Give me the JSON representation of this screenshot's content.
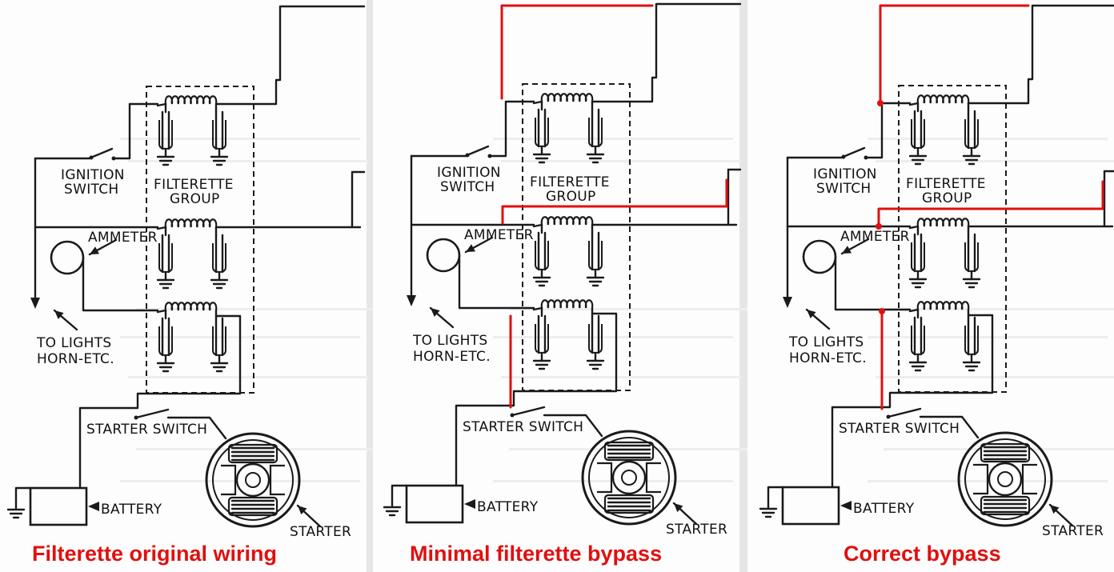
{
  "colors": {
    "background": "#e6e6e6",
    "panel": "#fdfdfd",
    "wire": "#1a1a1a",
    "bypass": "#e01010",
    "caption": "#e01010"
  },
  "labels": {
    "ignition": "IGNITION",
    "switch": "SWITCH",
    "filterette": "FILTERETTE",
    "group": "GROUP",
    "ammeter": "AMMETER",
    "to_lights": "TO LIGHTS",
    "horn_etc": "HORN-ETC.",
    "starter_switch": "STARTER SWITCH",
    "battery": "BATTERY",
    "starter": "STARTER"
  },
  "panels": [
    {
      "caption": "Filterette original wiring",
      "variant": "original"
    },
    {
      "caption": "Minimal filterette bypass",
      "variant": "minimal"
    },
    {
      "caption": "Correct bypass",
      "variant": "correct"
    }
  ]
}
